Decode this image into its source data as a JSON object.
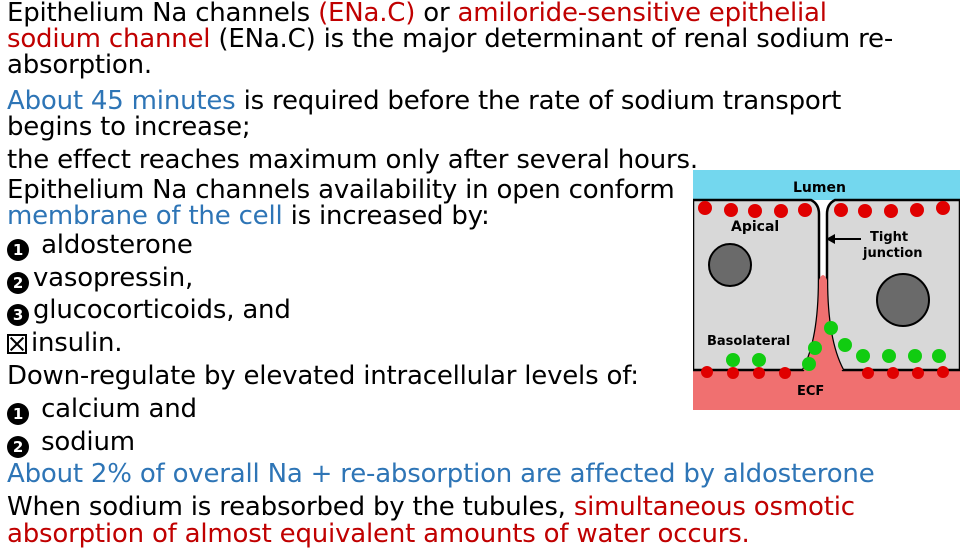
{
  "lines": {
    "l1_a": "Epithelium Na channels ",
    "l1_b": "(ENa.C)",
    "l1_c": " or ",
    "l1_d": "amiloride-sensitive epithelial",
    "l2_a": "sodium channel",
    "l2_b": " (ENa.C) is the major determinant of renal sodium re-",
    "l3": "absorption.",
    "l4_a": "About 45 minutes",
    "l4_b": " is required before the rate of sodium transport",
    "l5": "begins to increase;",
    "l6": "the effect reaches maximum only after several hours.",
    "l7": "Epithelium Na channels availability in open conform",
    "l8_a": "membrane of the cell",
    "l8_b": " is increased by:",
    "l9": " aldosterone",
    "l10": "vasopressin,",
    "l11": "glucocorticoids, and",
    "l12": "insulin.",
    "l13": "Down-regulate by elevated intracellular levels of:",
    "l14": " calcium and",
    "l15": " sodium",
    "l16": "About 2% of overall Na + re-absorption are affected by aldosterone",
    "l17_a": "When sodium is reabsorbed by the tubules, ",
    "l17_b": "simultaneous osmotic",
    "l18": "absorption of almost equivalent amounts of water occurs."
  },
  "bullets": {
    "b1": "1",
    "b2": "2",
    "b3": "3",
    "b4": "1",
    "b5": "2"
  },
  "diagram": {
    "lumen": "Lumen",
    "apical": "Apical",
    "tight_junction": "Tight\njunction",
    "tight_line1": "Tight",
    "tight_line2": "junction",
    "basolateral": "Basolateral",
    "ecf": "ECF"
  },
  "colors": {
    "red_text": "#c00000",
    "blue_text": "#2e75b6",
    "lumen": "#73d7ee",
    "ecf": "#f07070",
    "cell": "#d8d8d8",
    "nucleus": "#6a6a6a",
    "red_dot": "#e00000",
    "green_dot": "#11cc11"
  }
}
